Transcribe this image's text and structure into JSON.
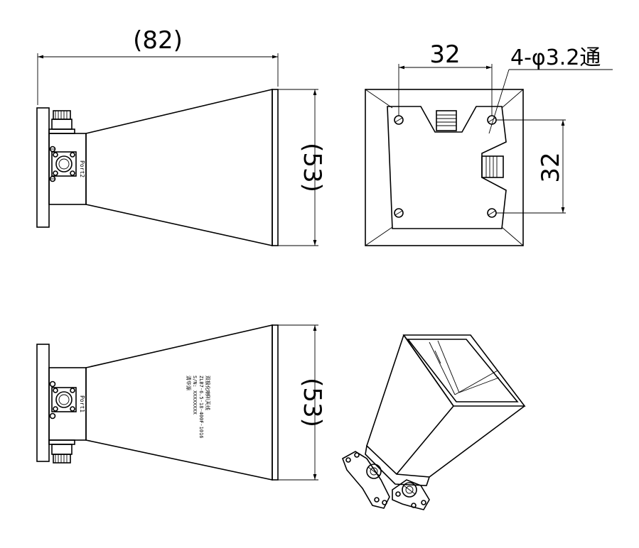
{
  "dimensions": {
    "overall_length": "(82)",
    "aperture_side_view": "(53)",
    "aperture_bottom_view": "(53)",
    "hole_spacing_horizontal": "32",
    "hole_spacing_vertical": "32",
    "hole_callout": "4-φ3.2通"
  },
  "labels": {
    "port_top_view": "Port2",
    "port_bottom_view": "Port1"
  },
  "nameplate": [
    "双极化喇叭天线",
    "ZLB7-6.5-18-400F-1016",
    "S/N: XXXXXXXX",
    "清华源"
  ]
}
